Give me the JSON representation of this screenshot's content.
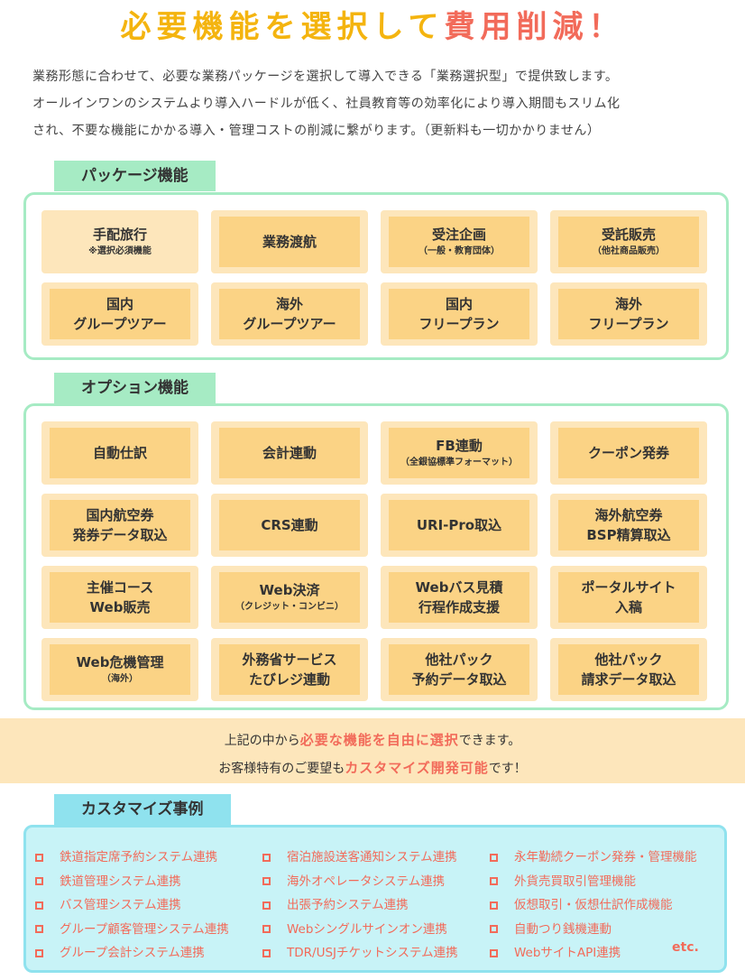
{
  "title": {
    "main": "必要機能を選択して",
    "accent": "費用削減！"
  },
  "intro": [
    "業務形態に合わせて、必要な業務パッケージを選択して導入できる「業務選択型」で提供致します。",
    "オールインワンのシステムより導入ハードルが低く、社員教育等の効率化により導入期間もスリム化",
    "され、不要な機能にかかる導入・管理コストの削減に繋がります。（更新料も一切かかりません）"
  ],
  "package": {
    "heading": "パッケージ機能",
    "items": [
      {
        "l1": "手配旅行",
        "sub": "※選択必須機能",
        "pale": true
      },
      {
        "l1": "業務渡航"
      },
      {
        "l1": "受注企画",
        "sub": "（一般・教育団体）"
      },
      {
        "l1": "受託販売",
        "sub": "（他社商品販売）"
      },
      {
        "l1": "国内",
        "l2": "グループツアー"
      },
      {
        "l1": "海外",
        "l2": "グループツアー"
      },
      {
        "l1": "国内",
        "l2": "フリープラン"
      },
      {
        "l1": "海外",
        "l2": "フリープラン"
      }
    ]
  },
  "option": {
    "heading": "オプション機能",
    "items": [
      {
        "l1": "自動仕訳"
      },
      {
        "l1": "会計連動"
      },
      {
        "l1": "FB連動",
        "sub": "（全銀協標準フォーマット）"
      },
      {
        "l1": "クーポン発券"
      },
      {
        "l1": "国内航空券",
        "l2": "発券データ取込"
      },
      {
        "l1": "CRS連動"
      },
      {
        "l1": "URI-Pro取込"
      },
      {
        "l1": "海外航空券",
        "l2": "BSP精算取込"
      },
      {
        "l1": "主催コース",
        "l2": "Web販売"
      },
      {
        "l1": "Web決済",
        "sub": "（クレジット・コンビニ）"
      },
      {
        "l1": "Webバス見積",
        "l2": "行程作成支援"
      },
      {
        "l1": "ポータルサイト",
        "l2": "入稿"
      },
      {
        "l1": "Web危機管理",
        "sub": "（海外）"
      },
      {
        "l1": "外務省サービス",
        "l2": "たびレジ連動"
      },
      {
        "l1": "他社パック",
        "l2": "予約データ取込"
      },
      {
        "l1": "他社パック",
        "l2": "請求データ取込"
      }
    ]
  },
  "band": {
    "line1_pre": "上記の中から",
    "line1_hl": "必要な機能を自由に選択",
    "line1_post": "できます。",
    "line2_pre": "お客様特有のご要望も",
    "line2_hl": "カスタマイズ開発可能",
    "line2_post": "です！"
  },
  "custom": {
    "heading": "カスタマイズ事例",
    "col1": [
      "鉄道指定席予約システム連携",
      "鉄道管理システム連携",
      "バス管理システム連携",
      "グループ顧客管理システム連携",
      "グループ会計システム連携"
    ],
    "col2": [
      "宿泊施設送客通知システム連携",
      "海外オペレータシステム連携",
      "出張予約システム連携",
      "Webシングルサインオン連携",
      "TDR/USJチケットシステム連携"
    ],
    "col3": [
      "永年勤続クーポン発券・管理機能",
      "外貨売買取引管理機能",
      "仮想取引・仮想仕訳作成機能",
      "自動つり銭機連動",
      "WebサイトAPI連携"
    ],
    "etc": "etc."
  },
  "colors": {
    "title_yellow": "#f4b40f",
    "accent_red": "#f26b5a",
    "tab_green": "#a6ebc4",
    "tab_cyan": "#8fe2ee",
    "card_orange": "#fbd385",
    "card_border": "#fde6bb"
  }
}
